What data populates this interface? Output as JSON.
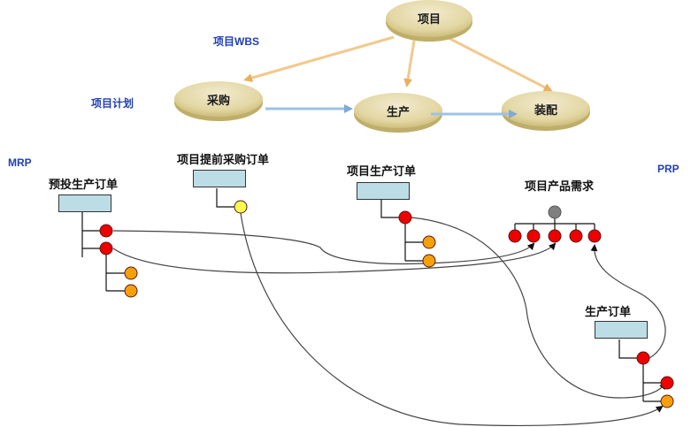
{
  "labels": {
    "wbs": "项目WBS",
    "plan": "项目计划",
    "mrp": "MRP",
    "prp": "PRP"
  },
  "wbs_nodes": {
    "root": "项目",
    "purchase": "采购",
    "production": "生产",
    "assembly": "装配"
  },
  "orders": {
    "pre_production": "预投生产订单",
    "advance_purchase": "项目提前采购订单",
    "project_production": "项目生产订单",
    "product_demand": "项目产品需求",
    "production_order": "生产订单"
  },
  "colors": {
    "ellipse_fill": "#e6dcaa",
    "ellipse_shadow": "#bfae6a",
    "wbs_arrow": "#f2c98c",
    "plan_arrow": "#9cc2e6",
    "box_fill": "#bcdde6",
    "node_red": "#ee0000",
    "node_orange": "#f5a00a",
    "node_yellow": "#fafa50",
    "node_gray": "#808080",
    "label_blue": "#1f3fb5"
  }
}
